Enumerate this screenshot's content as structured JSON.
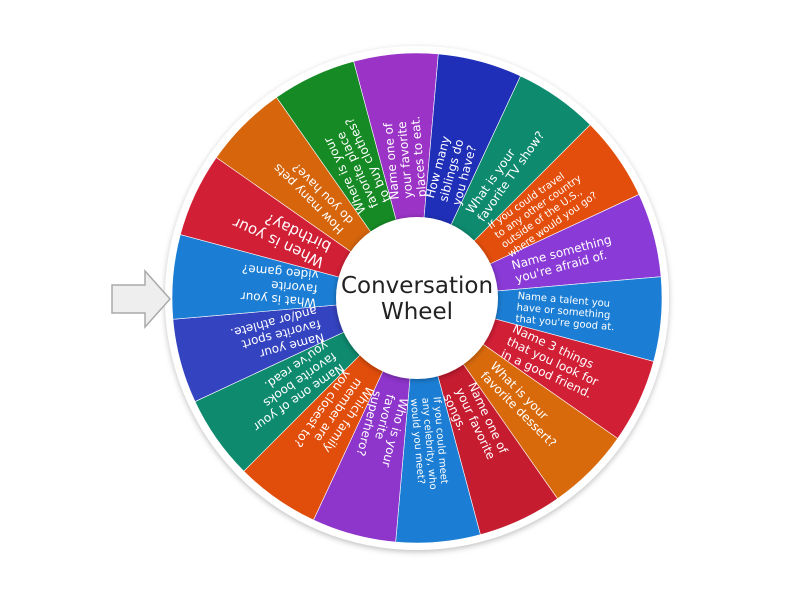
{
  "wheel": {
    "title_lines": [
      "Conversation",
      "Wheel"
    ],
    "segments": [
      {
        "lines": [
          "Name one of",
          "your favorite",
          "places to eat."
        ],
        "color": "#9b33c7"
      },
      {
        "lines": [
          "How many",
          "siblings do",
          "you have?"
        ],
        "color": "#1f2fb8"
      },
      {
        "lines": [
          "What is your",
          "favorite TV show?"
        ],
        "color": "#0e8a6f"
      },
      {
        "lines": [
          "If you could travel",
          "to any other country",
          "outside of the U.S.,",
          "where would you go?"
        ],
        "color": "#e34e0c"
      },
      {
        "lines": [
          "Name something",
          "you're afraid of."
        ],
        "color": "#8a3ad6"
      },
      {
        "lines": [
          "Name a talent you",
          "have or something",
          "that you're good at."
        ],
        "color": "#1b7ed4"
      },
      {
        "lines": [
          "Name 3 things",
          "that you look for",
          "in a good friend."
        ],
        "color": "#d11f36"
      },
      {
        "lines": [
          "What is your",
          "favorite dessert?"
        ],
        "color": "#d96a0c"
      },
      {
        "lines": [
          "Name one of",
          "your favorite",
          "songs."
        ],
        "color": "#c51c30"
      },
      {
        "lines": [
          "If you could meet",
          "any celebrity, who",
          "would you meet?"
        ],
        "color": "#1b7ed4"
      },
      {
        "lines": [
          "Who is your",
          "favorite",
          "superhero?"
        ],
        "color": "#8e35cc"
      },
      {
        "lines": [
          "Which family",
          "member are",
          "you closest to?"
        ],
        "color": "#e14d0b"
      },
      {
        "lines": [
          "Name one of your",
          "favorite books",
          "you've read."
        ],
        "color": "#0e8a6f"
      },
      {
        "lines": [
          "Name your",
          "favorite sport",
          "and/or athlete."
        ],
        "color": "#3443c0"
      },
      {
        "lines": [
          "What is your",
          "favorite",
          "video game?"
        ],
        "color": "#1b7ed4"
      },
      {
        "lines": [
          "When is your",
          "birthday?"
        ],
        "color": "#d11f36"
      },
      {
        "lines": [
          "How many pets",
          "do you have?"
        ],
        "color": "#d6650c"
      },
      {
        "lines": [
          "Where is your",
          "favorite place",
          "to buy clothes?"
        ],
        "color": "#168a24"
      }
    ],
    "pointer_icon": "arrow-right-icon",
    "colors": {
      "rim": "#ffffff",
      "hub": "#ffffff",
      "pointer_fill": "#eeeeee",
      "pointer_stroke": "#aaaaaa"
    }
  }
}
